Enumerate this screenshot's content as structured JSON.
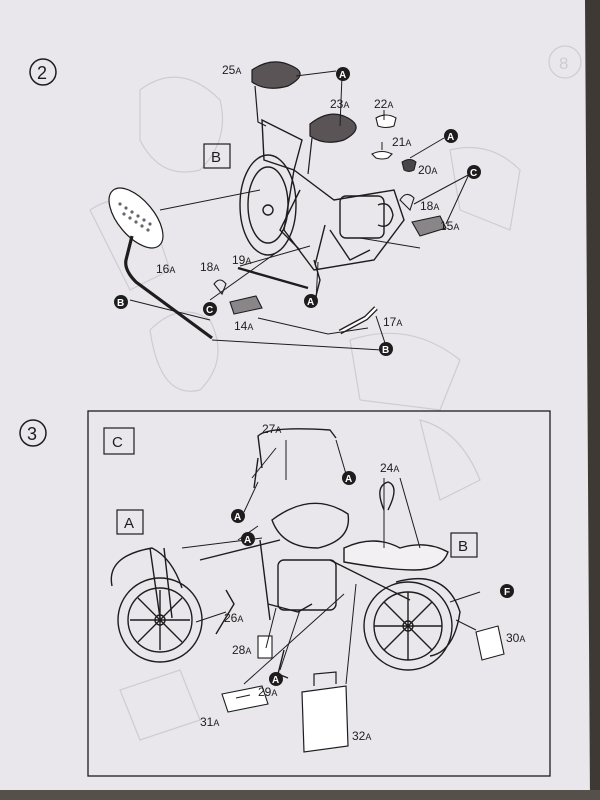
{
  "steps": [
    {
      "number": "2",
      "frame_label": "B",
      "parts": [
        {
          "num": "25",
          "suffix": "A"
        },
        {
          "num": "23",
          "suffix": "A"
        },
        {
          "num": "22",
          "suffix": "A"
        },
        {
          "num": "21",
          "suffix": "A"
        },
        {
          "num": "20",
          "suffix": "A"
        },
        {
          "num": "18",
          "suffix": "A"
        },
        {
          "num": "15",
          "suffix": "A"
        },
        {
          "num": "16",
          "suffix": "A"
        },
        {
          "num": "19",
          "suffix": "A"
        },
        {
          "num": "18",
          "suffix": "A"
        },
        {
          "num": "14",
          "suffix": "A"
        },
        {
          "num": "17",
          "suffix": "A"
        }
      ],
      "markers": [
        "A",
        "A",
        "C",
        "A",
        "B",
        "C",
        "B"
      ]
    },
    {
      "number": "3",
      "frame_labels": [
        "C",
        "A",
        "B"
      ],
      "parts": [
        {
          "num": "27",
          "suffix": "A"
        },
        {
          "num": "24",
          "suffix": "A"
        },
        {
          "num": "26",
          "suffix": "A"
        },
        {
          "num": "28",
          "suffix": "A"
        },
        {
          "num": "29",
          "suffix": "A"
        },
        {
          "num": "30",
          "suffix": "A"
        },
        {
          "num": "31",
          "suffix": "A"
        },
        {
          "num": "32",
          "suffix": "A"
        }
      ],
      "markers": [
        "A",
        "A",
        "A",
        "F",
        "A"
      ]
    }
  ],
  "ghost_page_number": "8",
  "colors": {
    "paper": "#e9e7ec",
    "ink": "#1d1d1d",
    "ghost": "#c9c6cd",
    "table": "#3e3a33"
  }
}
